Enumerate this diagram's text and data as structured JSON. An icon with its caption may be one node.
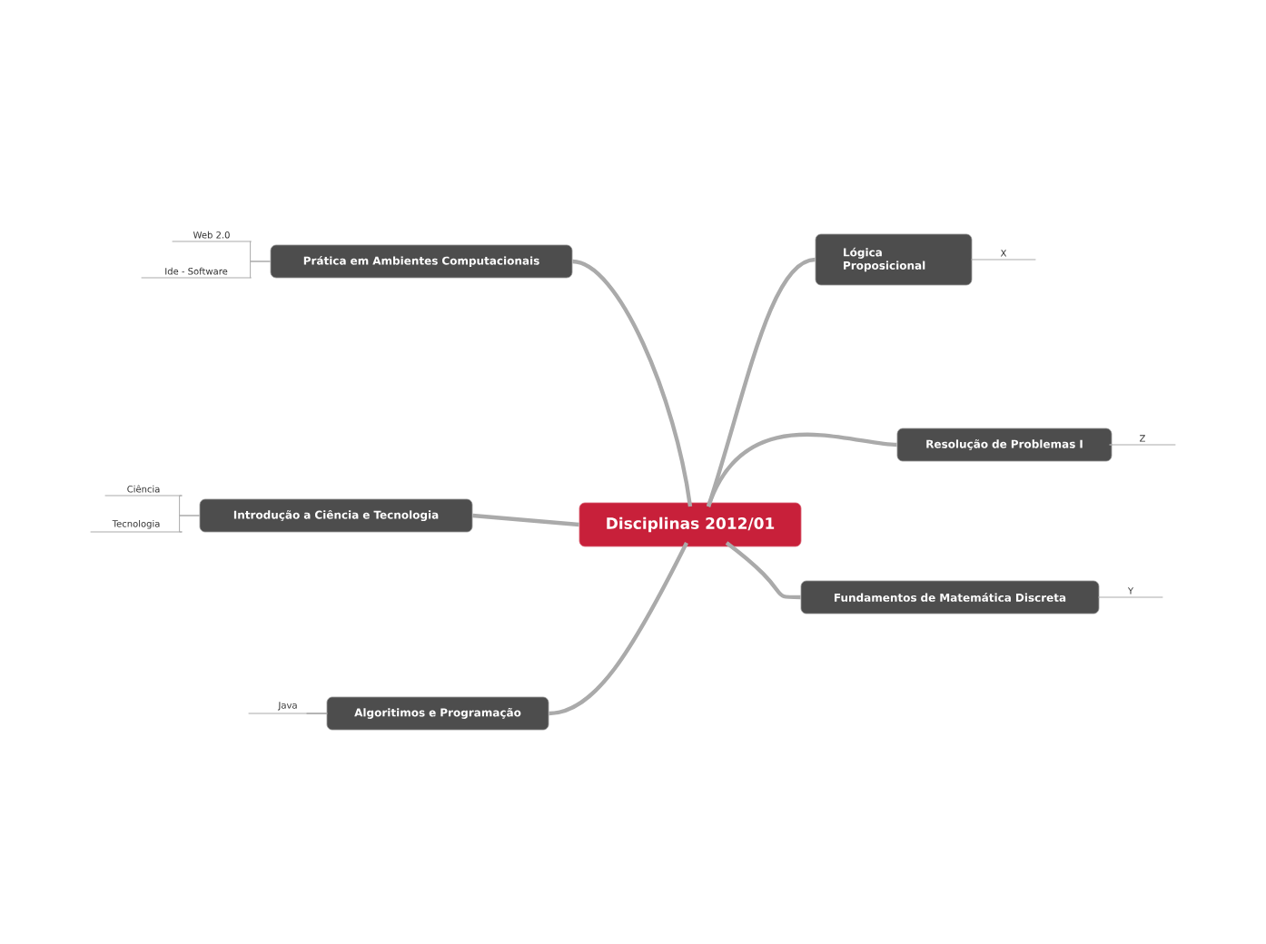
{
  "diagram": {
    "nodes": [
      {
        "text": [
          "Disciplinas 2012/01"
        ]
      },
      {
        "text": [
          "Prática em Ambientes Computacionais"
        ]
      },
      {
        "text": [
          "Web 2.0"
        ]
      },
      {
        "text": [
          "Ide - Software"
        ]
      },
      {
        "text": [
          "Introdução a Ciência e Tecnologia"
        ]
      },
      {
        "text": [
          "Ciência"
        ]
      },
      {
        "text": [
          "Tecnologia"
        ]
      },
      {
        "text": [
          "Algoritimos e Programação"
        ]
      },
      {
        "text": [
          "Java"
        ]
      },
      {
        "text": [
          "Lógica Proposicional"
        ]
      },
      {
        "text": [
          "X"
        ]
      },
      {
        "text": [
          "Resolução de Problemas I"
        ]
      },
      {
        "text": [
          "Z"
        ]
      },
      {
        "text": [
          "Fundamentos de Matemática Discreta"
        ]
      },
      {
        "text": [
          "Y"
        ]
      }
    ],
    "edges": [
      {
        "from": 0,
        "to": 1,
        "arrow": "none",
        "style": "thick"
      },
      {
        "from": 1,
        "to": 2,
        "arrow": "none"
      },
      {
        "from": 1,
        "to": 3,
        "arrow": "none"
      },
      {
        "from": 0,
        "to": 4,
        "arrow": "none",
        "style": "thick"
      },
      {
        "from": 4,
        "to": 5,
        "arrow": "none"
      },
      {
        "from": 4,
        "to": 6,
        "arrow": "none"
      },
      {
        "from": 0,
        "to": 7,
        "arrow": "none",
        "style": "thick"
      },
      {
        "from": 7,
        "to": 8,
        "arrow": "none"
      },
      {
        "from": 0,
        "to": 9,
        "arrow": "none",
        "style": "thick"
      },
      {
        "from": 9,
        "to": 10,
        "arrow": "none"
      },
      {
        "from": 0,
        "to": 11,
        "arrow": "none",
        "style": "thick"
      },
      {
        "from": 11,
        "to": 12,
        "arrow": "none"
      },
      {
        "from": 0,
        "to": 13,
        "arrow": "none",
        "style": "thick"
      },
      {
        "from": 13,
        "to": 14,
        "arrow": "none"
      }
    ]
  }
}
